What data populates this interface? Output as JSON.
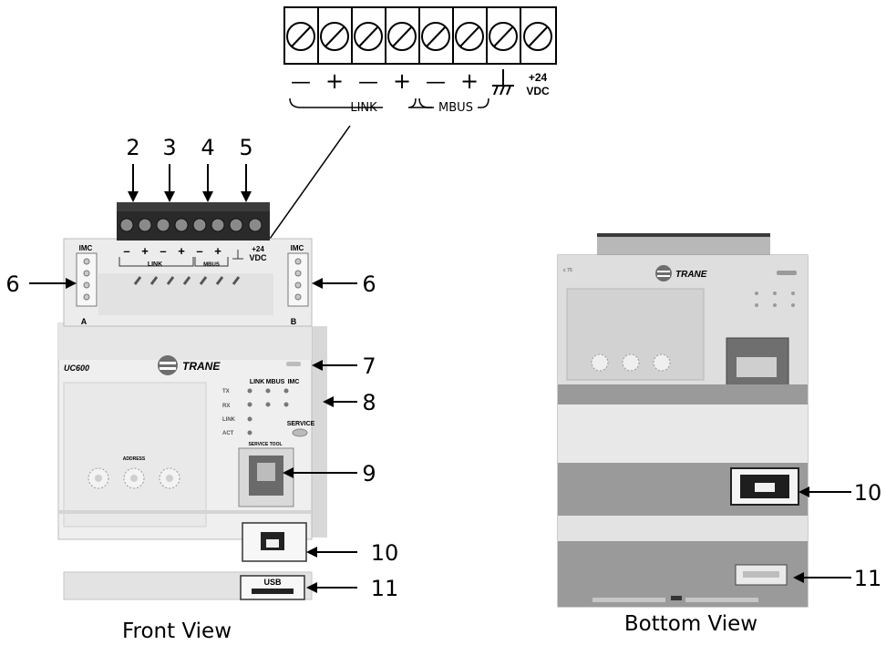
{
  "terminal_detail": {
    "signs": [
      "—",
      "+",
      "—",
      "+",
      "—",
      "+"
    ],
    "power_top": "+24",
    "power_bottom": "VDC",
    "link_group": "LINK",
    "mbus_group": "MBUS"
  },
  "callouts": {
    "c2": "2",
    "c3": "3",
    "c4": "4",
    "c5": "5",
    "c6_left": "6",
    "c6_right": "6",
    "c7": "7",
    "c8": "8",
    "c9": "9",
    "c10_front": "10",
    "c11_front": "11",
    "c10_bottom": "10",
    "c11_bottom": "11"
  },
  "front": {
    "model": "UC600",
    "brand": "TRANE",
    "imc": "IMC",
    "port_a": "A",
    "port_b": "B",
    "term_link": "LINK",
    "term_mbus": "MBUS",
    "term_vdc_top": "+24",
    "term_vdc_bottom": "VDC",
    "led_cols": [
      "LINK",
      "MBUS",
      "IMC"
    ],
    "led_rows": [
      "TX",
      "RX",
      "LINK",
      "ACT"
    ],
    "service": "SERVICE",
    "service_tool": "SERVICE TOOL",
    "address": "ADDRESS",
    "usb": "USB"
  },
  "bottom": {
    "brand": "TRANE"
  },
  "captions": {
    "front": "Front View",
    "bottom": "Bottom View"
  },
  "colors": {
    "terminal_block": "#2a2a2a",
    "housing": "#ededed",
    "band_dark": "#9a9a9a"
  }
}
